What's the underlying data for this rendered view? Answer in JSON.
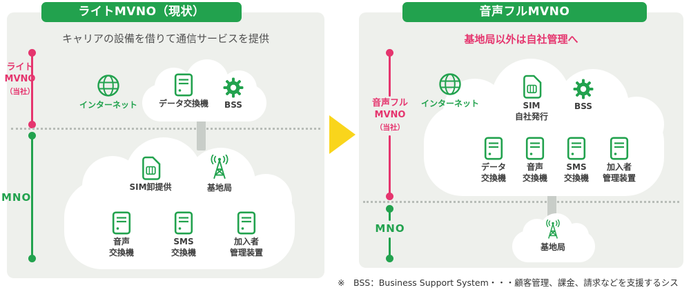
{
  "colors": {
    "green": "#22a24e",
    "pink": "#e5356e",
    "yellow": "#f9d51c",
    "panel": "#eef0ec",
    "connector": "#c8cdc8",
    "dot": "#b7bcb7",
    "cloud": "#ffffff",
    "label_text": "#3d3d3d"
  },
  "left": {
    "title": "ライトMVNO（現状）",
    "subtitle": "キャリアの設備を借りて通信サービスを提供",
    "axis": {
      "mvno_label": "ライト\nMVNO",
      "mvno_sub": "（当社）",
      "mno_label": "MNO"
    },
    "internet_label": "インターネット",
    "top_cloud": {
      "items": [
        {
          "icon": "server-icon",
          "label": "データ交換機"
        },
        {
          "icon": "gear-icon",
          "label": "BSS"
        }
      ]
    },
    "bottom_cloud": {
      "row1": [
        {
          "icon": "sim-icon",
          "label": "SIM卸提供"
        },
        {
          "icon": "antenna-icon",
          "label": "基地局"
        }
      ],
      "row2": [
        {
          "icon": "server-icon",
          "label": "音声\n交換機"
        },
        {
          "icon": "server-icon",
          "label": "SMS\n交換機"
        },
        {
          "icon": "server-icon",
          "label": "加入者\n管理装置"
        }
      ]
    }
  },
  "right": {
    "title": "音声フルMVNO",
    "subtitle": "基地局以外は自社管理へ",
    "axis": {
      "mvno_label": "音声フル\nMVNO",
      "mvno_sub": "（当社）",
      "mno_label": "MNO"
    },
    "internet_label": "インターネット",
    "cloud": {
      "row1": [
        {
          "icon": "sim-icon",
          "label": "SIM\n自社発行"
        },
        {
          "icon": "gear-icon",
          "label": "BSS"
        }
      ],
      "row2": [
        {
          "icon": "server-icon",
          "label": "データ\n交換機"
        },
        {
          "icon": "server-icon",
          "label": "音声\n交換機"
        },
        {
          "icon": "server-icon",
          "label": "SMS\n交換機"
        },
        {
          "icon": "server-icon",
          "label": "加入者\n管理装置"
        }
      ]
    },
    "base_station": {
      "icon": "antenna-icon",
      "label": "基地局"
    }
  },
  "footnote": "※　BSS：Business Support System・・・顧客管理、課金、請求などを支援するシステム"
}
